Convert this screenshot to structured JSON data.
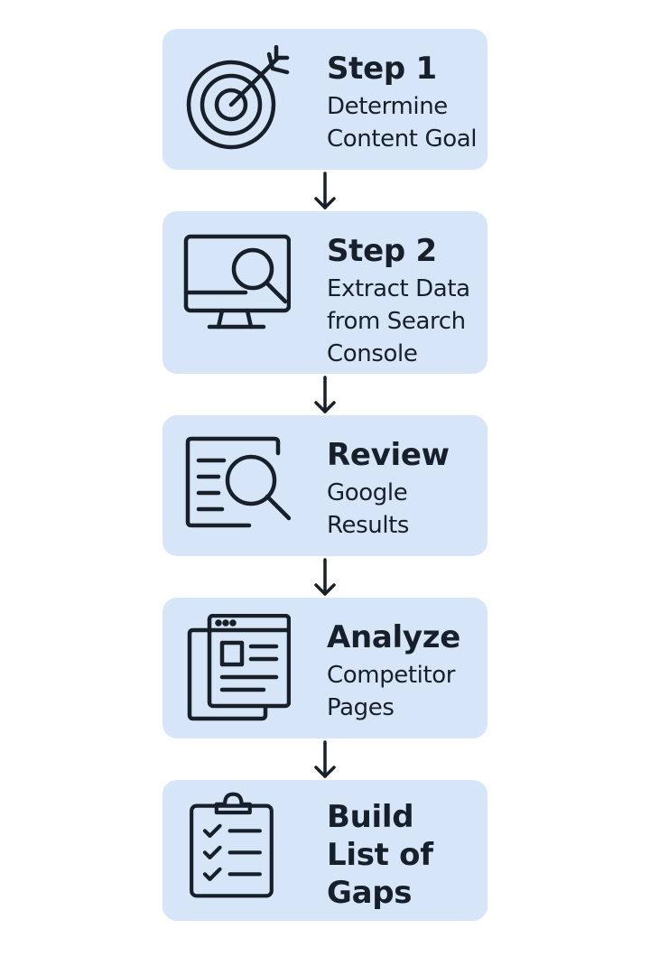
{
  "steps": [
    {
      "title": "Step 1",
      "description": [
        "Determine",
        "Content Goal"
      ],
      "icon": "target-icon"
    },
    {
      "title": "Step 2",
      "description": [
        "Extract Data",
        "from Search",
        "Console"
      ],
      "icon": "monitor-search-icon"
    },
    {
      "title": "Review",
      "description": [
        "Google",
        "Results"
      ],
      "icon": "document-search-icon"
    },
    {
      "title": "Analyze",
      "description": [
        "Competitor",
        "Pages"
      ],
      "icon": "browser-windows-icon"
    },
    {
      "title_lines": [
        "Build",
        "List of",
        "Gaps"
      ],
      "icon": "checklist-clipboard-icon"
    }
  ],
  "colors": {
    "box_background": "#d6e6f8",
    "stroke": "#17202a"
  }
}
